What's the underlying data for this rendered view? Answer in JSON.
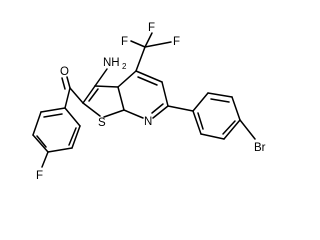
{
  "structure": {
    "atoms": {
      "amine_N": "NH",
      "amine_H_count": "2",
      "trifluoromethyl_F1": "F",
      "trifluoromethyl_F2": "F",
      "trifluoromethyl_F3": "F",
      "carbonyl_O": "O",
      "thiophene_S": "S",
      "pyridine_N": "N",
      "bromo": "Br",
      "fluoro": "F"
    },
    "colors": {
      "bonds": "#000000",
      "labels": "#000000",
      "background": "#ffffff"
    }
  }
}
